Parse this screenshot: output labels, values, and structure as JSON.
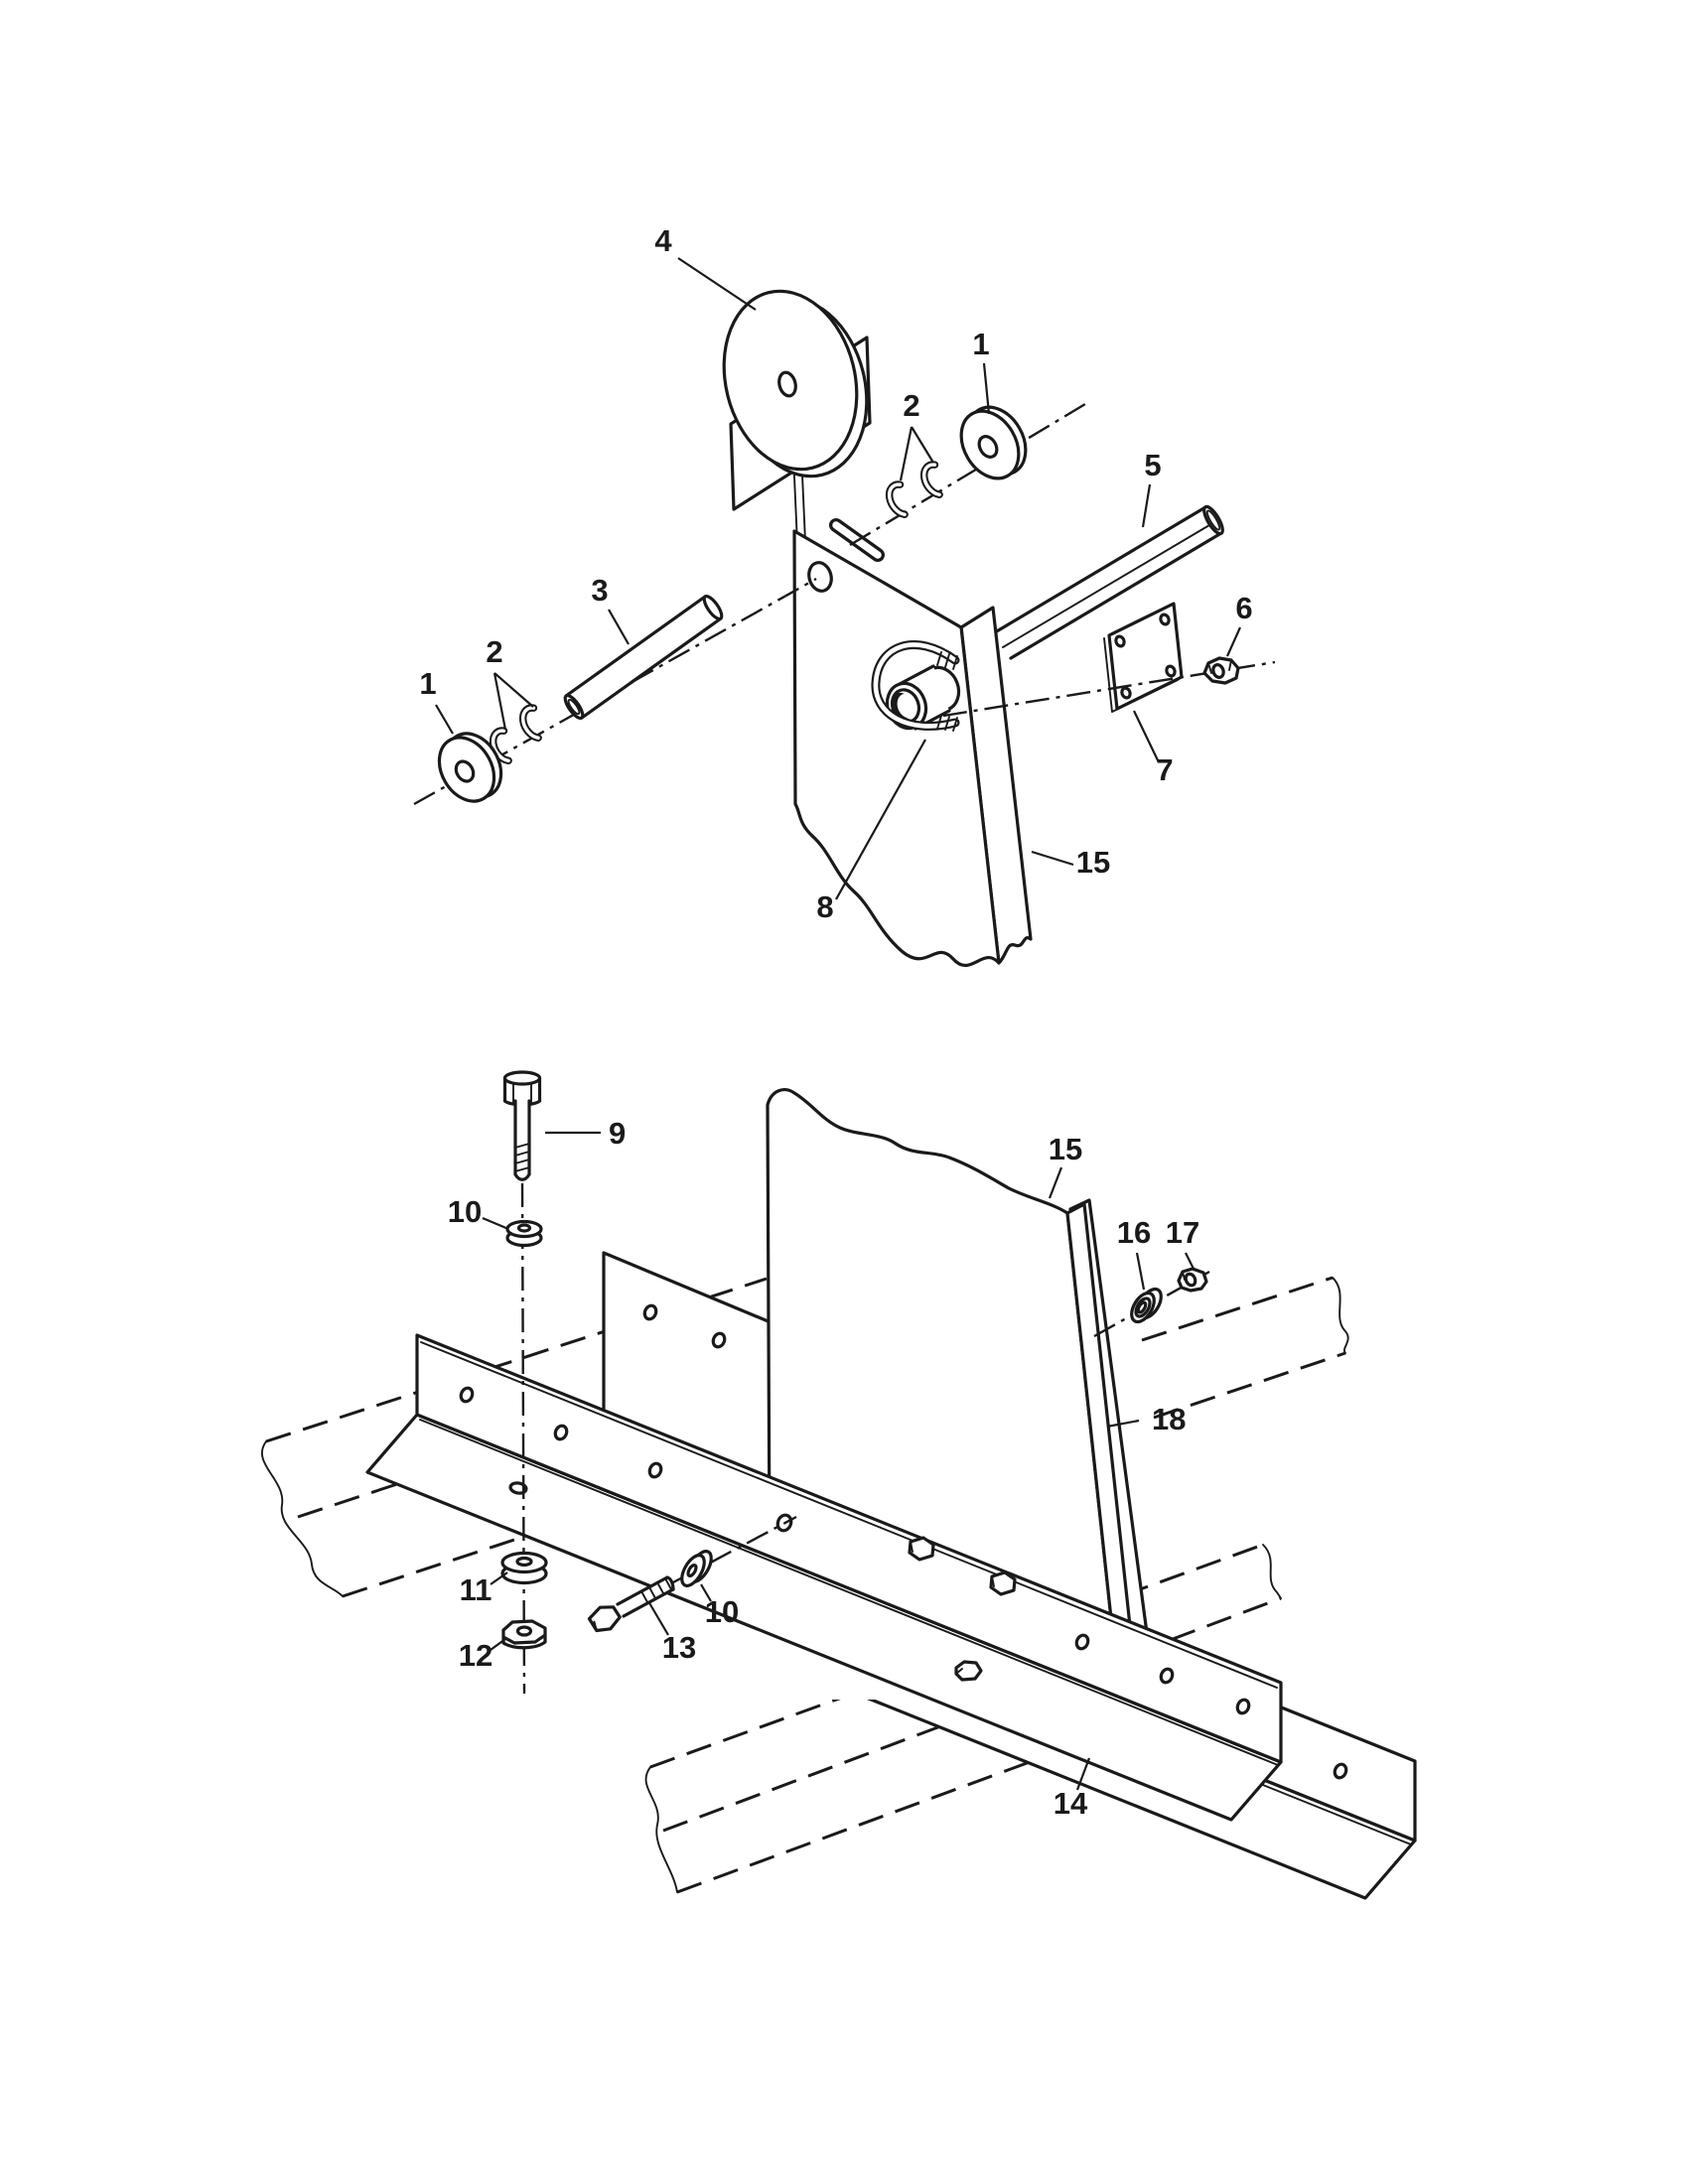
{
  "meta": {
    "background_color": "#ffffff",
    "ink_color": "#1a1a1a"
  },
  "figures": {
    "top": {
      "callouts": {
        "c4": "4",
        "c1_right": "1",
        "c2_right": "2",
        "c5": "5",
        "c3": "3",
        "c2_left": "2",
        "c1_left": "1",
        "c6": "6",
        "c7": "7",
        "c8": "8",
        "c15": "15"
      }
    },
    "bottom": {
      "callouts": {
        "c9": "9",
        "c10_upper": "10",
        "c15": "15",
        "c16": "16",
        "c17": "17",
        "c18": "18",
        "c11": "11",
        "c12": "12",
        "c13": "13",
        "c10_lower": "10",
        "c14": "14"
      }
    }
  }
}
